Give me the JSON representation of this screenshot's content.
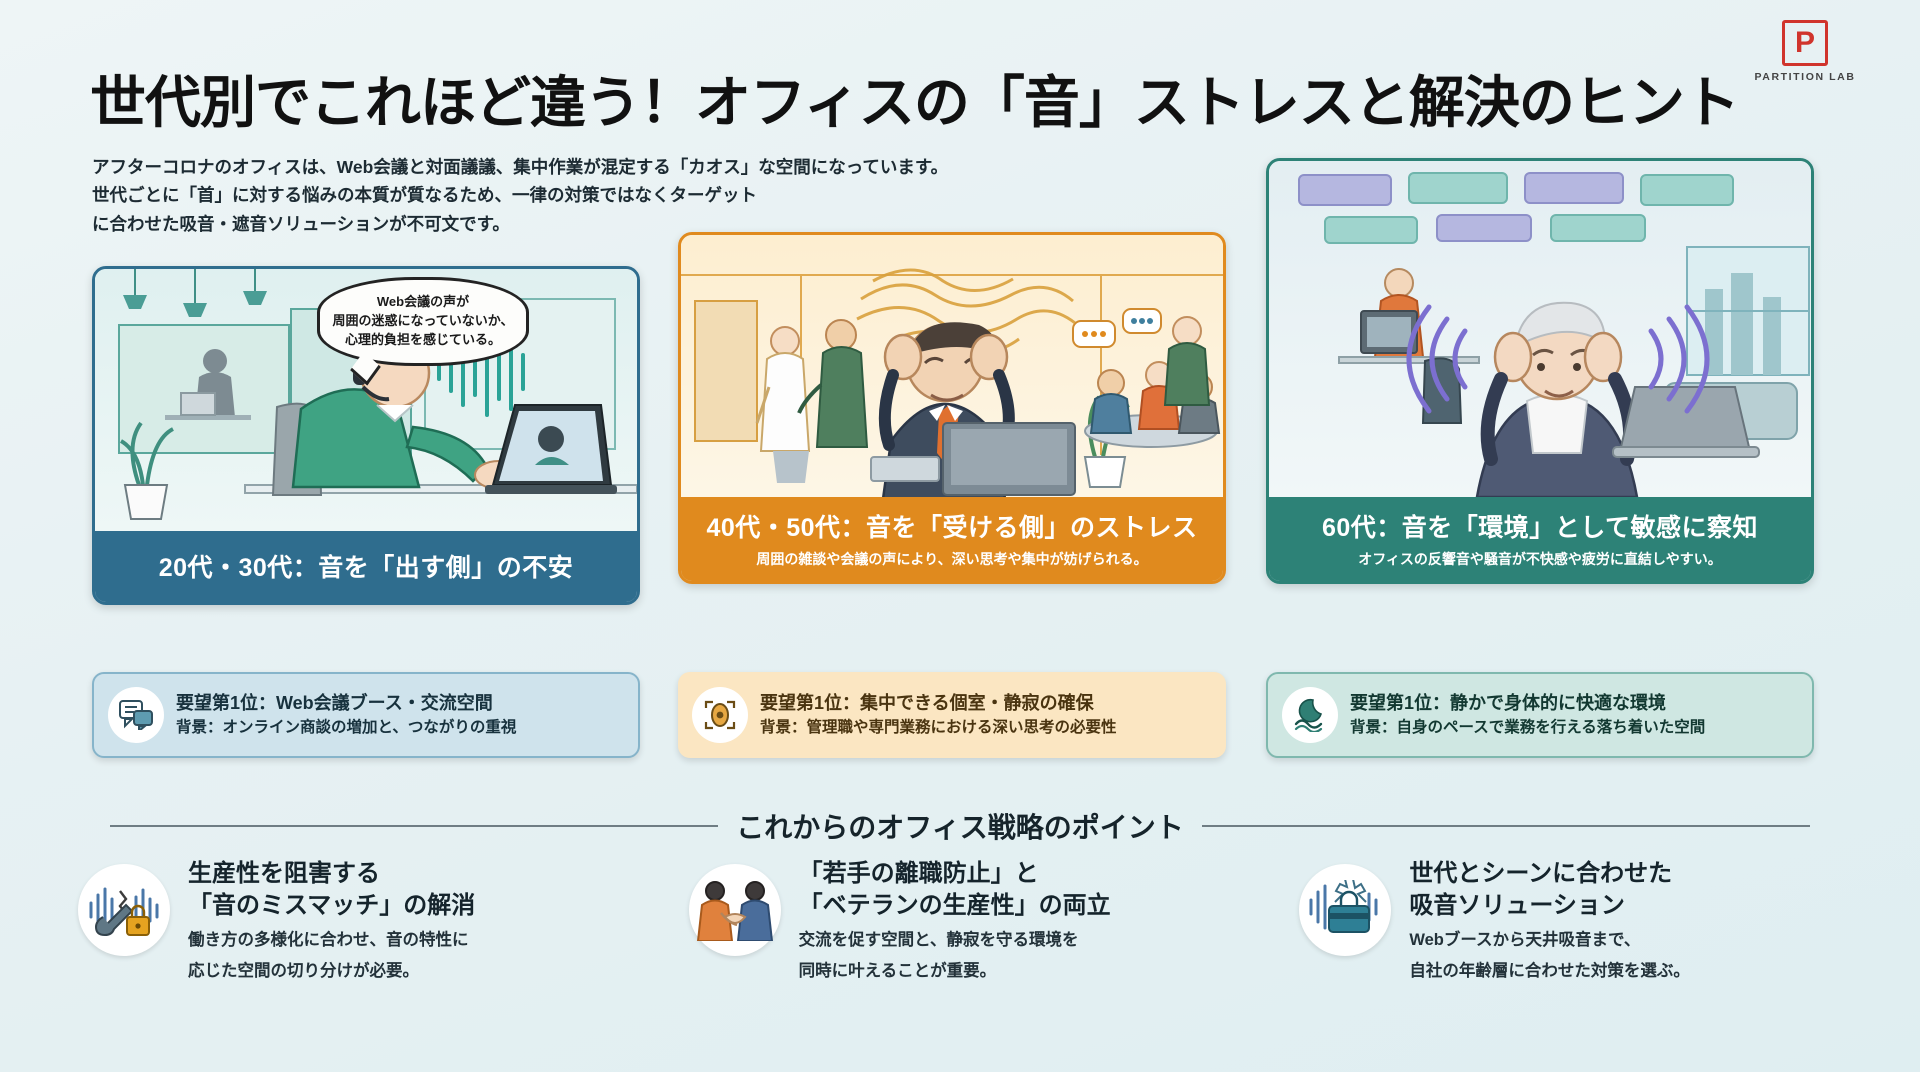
{
  "brand": {
    "mark": "P",
    "name": "PARTITION LAB"
  },
  "header": {
    "title": "世代別でこれほど違う！オフィスの「音」ストレスと解決のヒント",
    "intro_line1": "アフターコロナのオフィスは、Web会議と対面議議、集中作業が混定する「カオス」な空間になっています。",
    "intro_line2": "世代ごとに「首」に対する悩みの本質が質なるため、一律の対策ではなくターゲット",
    "intro_line3": "に合わせた吸音・遮音ソリューションが不可文です。"
  },
  "panels": [
    {
      "id": "panel-20s-30s",
      "accent": "#2f6d8e",
      "bubble": "Web会議の声が\n周囲の迷惑になっていないか、\n心理的負担を感じている。",
      "bubble_line1": "Web会議の声が",
      "bubble_line2": "周囲の迷惑になっていないか、",
      "bubble_line3": "心理的負担を感じている。",
      "caption_title": "20代・30代：音を「出す側」の不安",
      "caption_sub": "",
      "note_line1": "要望第1位：Web会議ブース・交流空間",
      "note_line2": "背景：オンライン商談の増加と、つながりの重視",
      "note_icon": "speech-bubbles-icon"
    },
    {
      "id": "panel-40s-50s",
      "accent": "#e08a1e",
      "caption_title": "40代・50代：音を「受ける側」のストレス",
      "caption_sub": "周囲の雑談や会議の声により、深い思考や集中が妨げられる。",
      "note_line1": "要望第1位：集中できる個室・静寂の確保",
      "note_line2": "背景：管理職や専門業務における深い思考の必要性",
      "note_icon": "focus-eye-icon"
    },
    {
      "id": "panel-60s",
      "accent": "#2d8277",
      "caption_title": "60代：音を「環境」として敏感に察知",
      "caption_sub": "オフィスの反響音や騒音が不快感や疲労に直結しやすい。",
      "note_line1": "要望第1位：静かで身体的に快適な環境",
      "note_line2": "背景：自身のペースで業務を行える落ち着いた空間",
      "note_icon": "moon-wave-icon"
    }
  ],
  "section": {
    "heading": "これからのオフィス戦略のポイント"
  },
  "points": [
    {
      "icon": "wrench-lock-soundwave-icon",
      "title_line1": "生産性を阻害する",
      "title_line2": "「音のミスマッチ」の解消",
      "body_line1": "働き方の多様化に合わせ、音の特性に",
      "body_line2": "応じた空間の切り分けが必要。"
    },
    {
      "icon": "handshake-people-icon",
      "title_line1": "「若手の離職防止」と",
      "title_line2": "「ベテランの生産性」の両立",
      "body_line1": "交流を促す空間と、静寂を守る環境を",
      "body_line2": "同時に叶えることが重要。"
    },
    {
      "icon": "toolbox-soundwave-icon",
      "title_line1": "世代とシーンに合わせた",
      "title_line2": "吸音ソリューション",
      "body_line1": "Webブースから天井吸音まで、",
      "body_line2": "自社の年齢層に合わせた対策を選ぶ。"
    }
  ],
  "colors": {
    "background": "#e7f1f3",
    "panel1": "#2f6d8e",
    "panel2": "#e08a1e",
    "panel3": "#2d8277",
    "brand_red": "#d0342c"
  }
}
